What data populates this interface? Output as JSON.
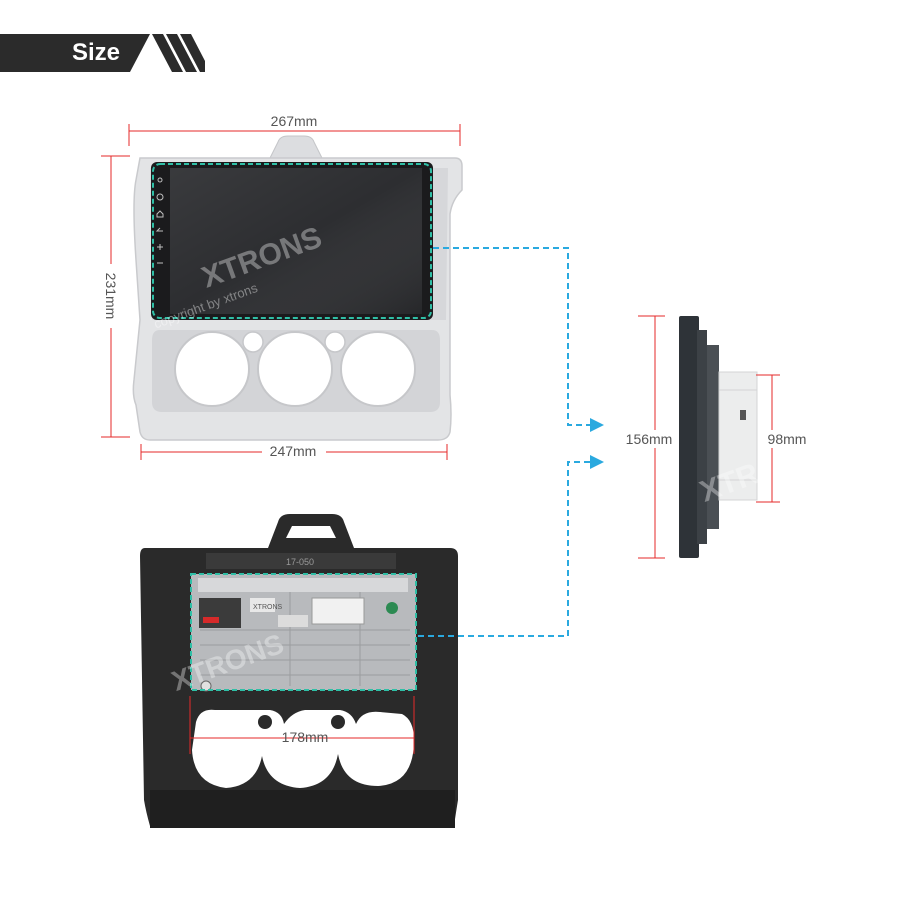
{
  "header": {
    "title": "Size",
    "banner_color": "#2b2b2b"
  },
  "dimensions": {
    "front_width_top": "267mm",
    "front_width_bottom": "247mm",
    "front_height": "231mm",
    "side_height": "156mm",
    "side_depth": "98mm",
    "rear_width": "178mm"
  },
  "watermark": {
    "brand": "XTRONS",
    "copyright": "copyright by xtrons"
  },
  "rear_labels": {
    "sticker": "XTRONS",
    "model": "17-050"
  },
  "colors": {
    "dimension_line": "#e52a2a",
    "connector_dash": "#2aa9df",
    "highlight_dash": "#2fbfa6",
    "frame_silver": "#e3e4e6",
    "frame_black": "#2a2a2a"
  },
  "icons": [
    "pointer-arrow-icon",
    "home-icon",
    "back-icon",
    "volume-up-icon",
    "volume-down-icon",
    "power-icon",
    "microphone-icon"
  ]
}
